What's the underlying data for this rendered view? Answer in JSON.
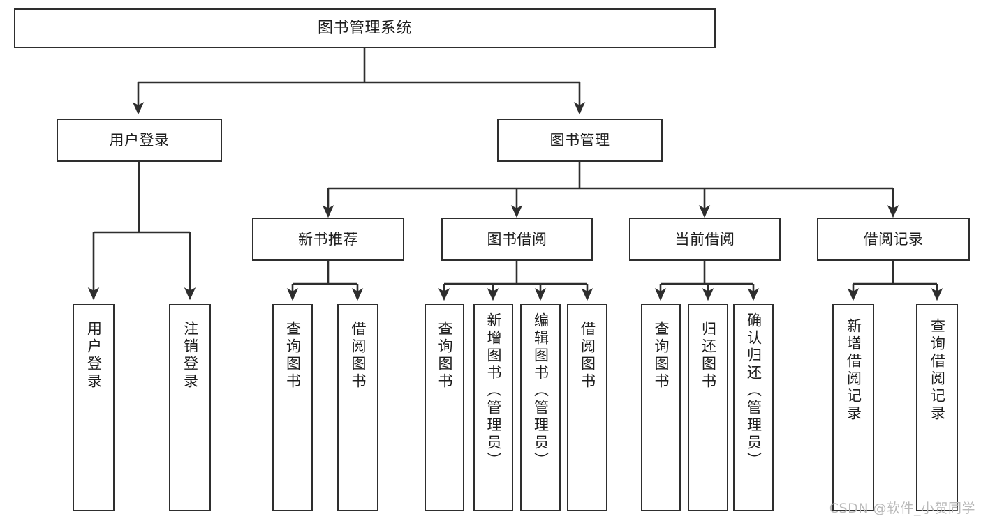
{
  "diagram": {
    "title": "图书管理系统",
    "type": "tree-hierarchy",
    "watermark": "CSDN @软件_小贺同学",
    "stroke_color": "#2e2e2e",
    "fill_color": "#ffffff",
    "text_color": "#1d1d1d",
    "watermark_color": "#b9b9b9"
  },
  "nodes": {
    "root": {
      "label": "图书管理系统",
      "level": 0
    },
    "l1": [
      {
        "id": "user_login",
        "label": "用户登录",
        "level": 1
      },
      {
        "id": "book_manage",
        "label": "图书管理",
        "level": 1
      }
    ],
    "l2": [
      {
        "id": "new_book_rec",
        "label": "新书推荐",
        "level": 2,
        "parent": "book_manage"
      },
      {
        "id": "book_borrow",
        "label": "图书借阅",
        "level": 2,
        "parent": "book_manage"
      },
      {
        "id": "current_borrow",
        "label": "当前借阅",
        "level": 2,
        "parent": "book_manage"
      },
      {
        "id": "borrow_record",
        "label": "借阅记录",
        "level": 2,
        "parent": "book_manage"
      }
    ],
    "leaves": [
      {
        "id": "leaf_user_login",
        "label": "用户登录",
        "parent": "user_login"
      },
      {
        "id": "leaf_user_logout",
        "label": "注销登录",
        "parent": "user_login"
      },
      {
        "id": "leaf_query_book_1",
        "label": "查询图书",
        "parent": "new_book_rec"
      },
      {
        "id": "leaf_borrow_book_1",
        "label": "借阅图书",
        "parent": "new_book_rec"
      },
      {
        "id": "leaf_query_book_2",
        "label": "查询图书",
        "parent": "book_borrow"
      },
      {
        "id": "leaf_add_book",
        "label": "新增图书（管理员）",
        "parent": "book_borrow"
      },
      {
        "id": "leaf_edit_book",
        "label": "编辑图书（管理员）",
        "parent": "book_borrow"
      },
      {
        "id": "leaf_borrow_book_2",
        "label": "借阅图书",
        "parent": "book_borrow"
      },
      {
        "id": "leaf_query_book_3",
        "label": "查询图书",
        "parent": "current_borrow"
      },
      {
        "id": "leaf_return_book",
        "label": "归还图书",
        "parent": "current_borrow"
      },
      {
        "id": "leaf_confirm_return",
        "label": "确认归还（管理员）",
        "parent": "current_borrow"
      },
      {
        "id": "leaf_add_record",
        "label": "新增借阅记录",
        "parent": "borrow_record"
      },
      {
        "id": "leaf_query_record",
        "label": "查询借阅记录",
        "parent": "borrow_record"
      }
    ]
  }
}
